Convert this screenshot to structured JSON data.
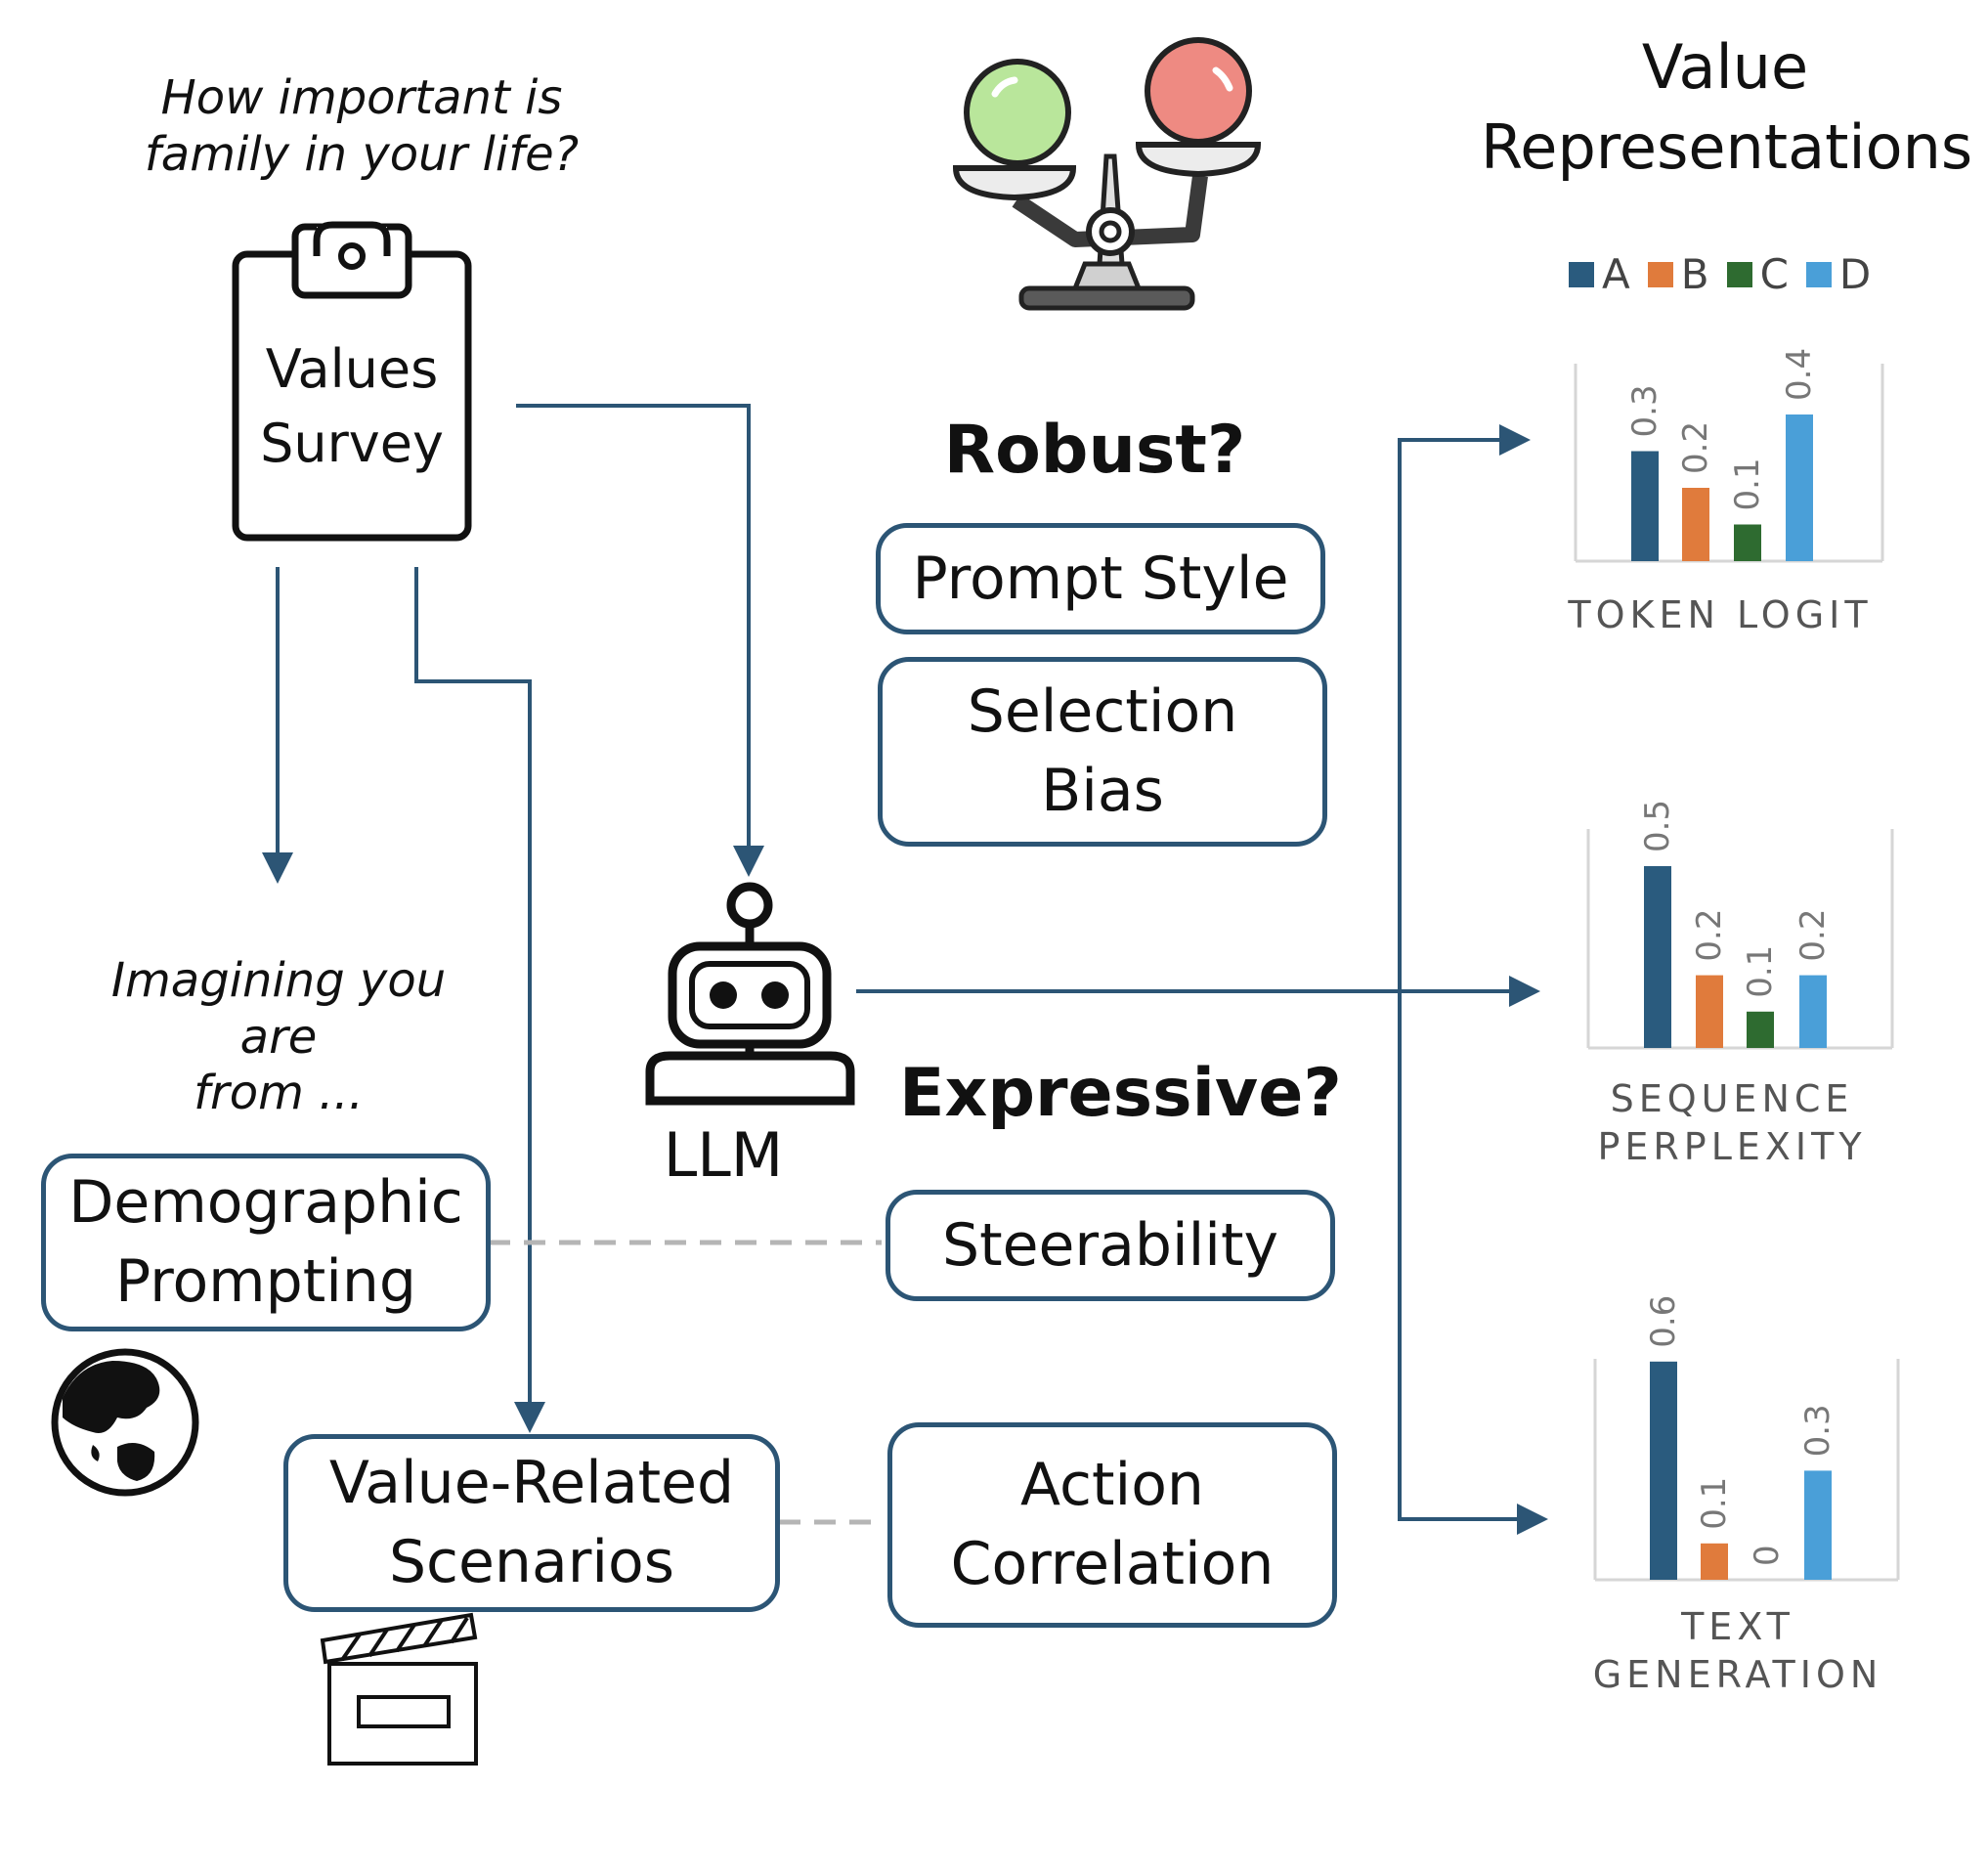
{
  "question": "How important is\nfamily in your life?",
  "survey_label": "Values\nSurvey",
  "imagine_text": "Imagining you are\nfrom ...",
  "title": "Value\nRepresentations",
  "llm_label": "LLM",
  "robust_heading": "Robust?",
  "expressive_heading": "Expressive?",
  "boxes": {
    "demographic": "Demographic\nPrompting",
    "scenarios": "Value-Related\nScenarios",
    "prompt_style": "Prompt Style",
    "selection_bias": "Selection\nBias",
    "steerability": "Steerability",
    "action_correlation": "Action\nCorrelation"
  },
  "legend": [
    {
      "label": "A",
      "color": "#2a5b7e"
    },
    {
      "label": "B",
      "color": "#e07b3c"
    },
    {
      "label": "C",
      "color": "#2e6b30"
    },
    {
      "label": "D",
      "color": "#4a9fd8"
    }
  ],
  "chart_data": [
    {
      "type": "bar",
      "categories": [
        "A",
        "B",
        "C",
        "D"
      ],
      "values": [
        0.3,
        0.2,
        0.1,
        0.4
      ],
      "value_labels": [
        "0.3",
        "0.2",
        "0.1",
        "0.4"
      ],
      "caption": "TOKEN LOGIT",
      "ylim": [
        0,
        0.4
      ]
    },
    {
      "type": "bar",
      "categories": [
        "A",
        "B",
        "C",
        "D"
      ],
      "values": [
        0.5,
        0.2,
        0.1,
        0.2
      ],
      "value_labels": [
        "0.5",
        "0.2",
        "0.1",
        "0.2"
      ],
      "caption": "SEQUENCE\nPERPLEXITY",
      "ylim": [
        0,
        0.5
      ]
    },
    {
      "type": "bar",
      "categories": [
        "A",
        "B",
        "C",
        "D"
      ],
      "values": [
        0.6,
        0.1,
        0,
        0.3
      ],
      "value_labels": [
        "0.6",
        "0.1",
        "0",
        "0.3"
      ],
      "caption": "TEXT\nGENERATION",
      "ylim": [
        0,
        0.6
      ]
    }
  ]
}
